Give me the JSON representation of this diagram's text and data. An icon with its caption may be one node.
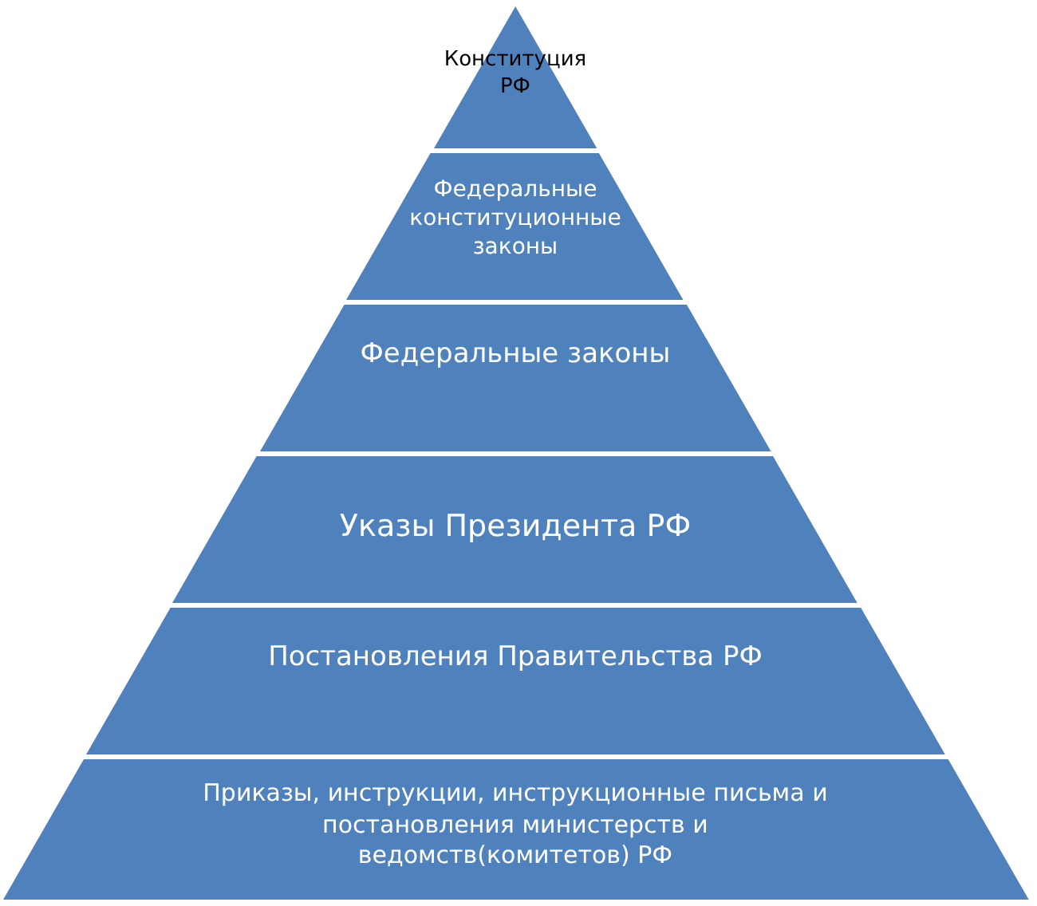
{
  "diagram": {
    "nodes": [
      {
        "text": [
          "Конституция РФ"
        ]
      },
      {
        "text": [
          "Федеральные конституционные законы"
        ]
      },
      {
        "text": [
          "Федеральные законы"
        ]
      },
      {
        "text": [
          "Указы Президента РФ"
        ]
      },
      {
        "text": [
          "Постановления Правительства РФ"
        ]
      },
      {
        "text": [
          "Приказы, инструкции, инструкционные письма и постановления министерств и ведомств(комитетов) РФ"
        ]
      }
    ]
  }
}
